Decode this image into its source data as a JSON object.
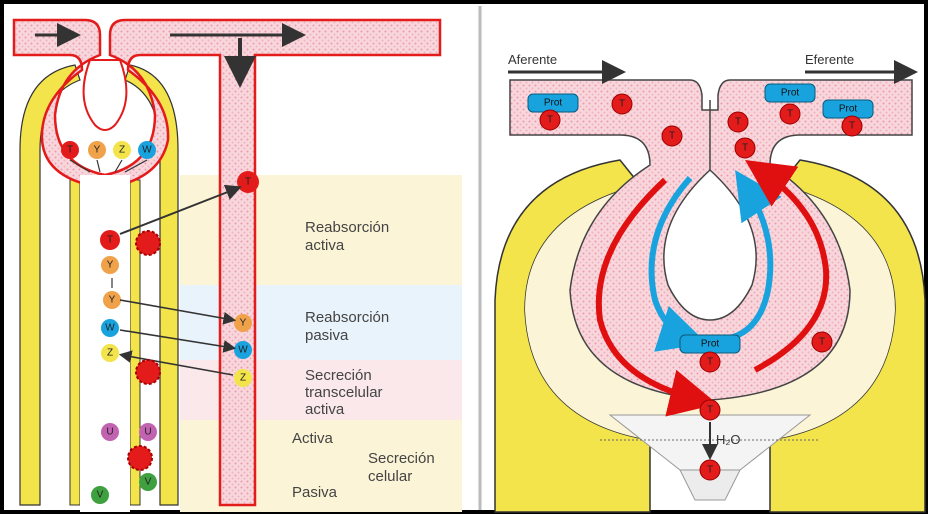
{
  "left_panel": {
    "labels": {
      "reabsorcion_activa": [
        "Reabsorción",
        "activa"
      ],
      "reabsorcion_pasiva": [
        "Reabsorción",
        "pasiva"
      ],
      "secrecion_transcelular": [
        "Secreción",
        "transcelular",
        "activa"
      ],
      "activa": "Activa",
      "secrecion_celular": [
        "Secreción",
        "celular"
      ],
      "pasiva": "Pasiva"
    },
    "molecules": {
      "t": "T",
      "y": "Y",
      "z": "Z",
      "w": "W",
      "u": "U",
      "v": "V"
    }
  },
  "right_panel": {
    "aferente": "Aferente",
    "eferente": "Eferente",
    "prot": "Prot",
    "t": "T",
    "water": "H₂O"
  },
  "colors": {
    "frame": "#000000",
    "tubule_wall": "#e31b1b",
    "epithelium": "#f2e44a",
    "lumen": "#f6d6dc",
    "red_arrow": "#e01010",
    "blue_arrow": "#19a3de",
    "zone_yellow": "#fbf4d6",
    "zone_blue": "#e8f3fb",
    "zone_pink": "#fbe7e9"
  }
}
